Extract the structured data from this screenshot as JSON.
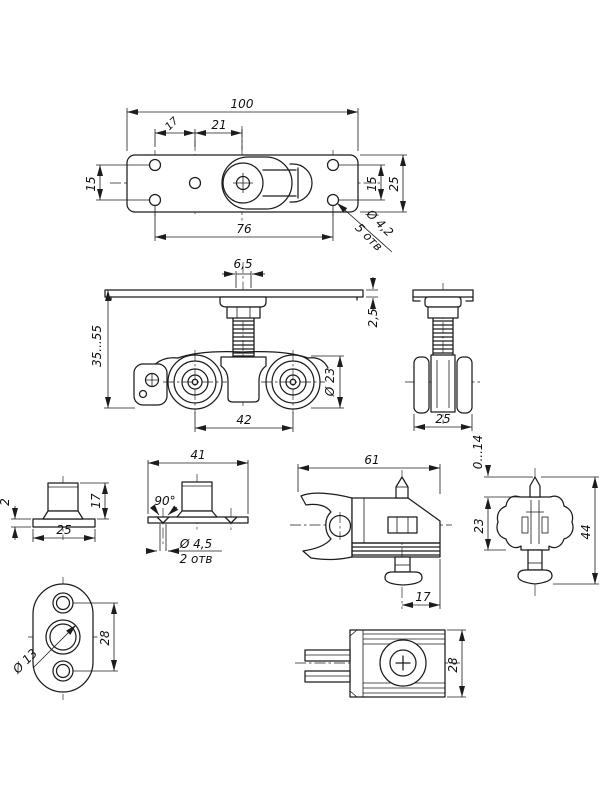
{
  "drawing": {
    "kind": "sliding-door roller hardware technical drawing",
    "colors": {
      "line": "#1c1c1c",
      "background": "#ffffff"
    }
  },
  "views": {
    "plate_top": {
      "dims": {
        "width": "100",
        "offset_small": "17",
        "offset_mid": "21",
        "row_left": "15",
        "row_right": "15",
        "plate_height": "25",
        "hole_span": "76",
        "hole_dia": "Ø 4,2",
        "hole_qty": "5 отв"
      }
    },
    "trolley_front": {
      "dims": {
        "screw_offset": "6,5",
        "plate_thk": "2,5",
        "height_range": "35...55",
        "wheel_dia": "Ø 23",
        "wheel_span": "42"
      }
    },
    "trolley_side": {
      "dims": {
        "width": "25"
      }
    },
    "guide_side": {
      "dims": {
        "base_thk": "2",
        "height": "17",
        "base_width": "25"
      }
    },
    "guide_front": {
      "dims": {
        "width": "41",
        "cs_angle": "90°",
        "hole_dia": "Ø 4,5",
        "hole_qty": "2 отв"
      }
    },
    "oval_plate": {
      "dims": {
        "hole_dia": "Ø 13",
        "hole_span": "28"
      }
    },
    "bracket_side": {
      "dims": {
        "width": "61",
        "pin_offset": "17"
      }
    },
    "bracket_front": {
      "dims": {
        "adjust": "0...14",
        "body_h": "23",
        "total_h": "44"
      }
    },
    "track_block": {
      "dims": {
        "height": "28"
      }
    }
  }
}
